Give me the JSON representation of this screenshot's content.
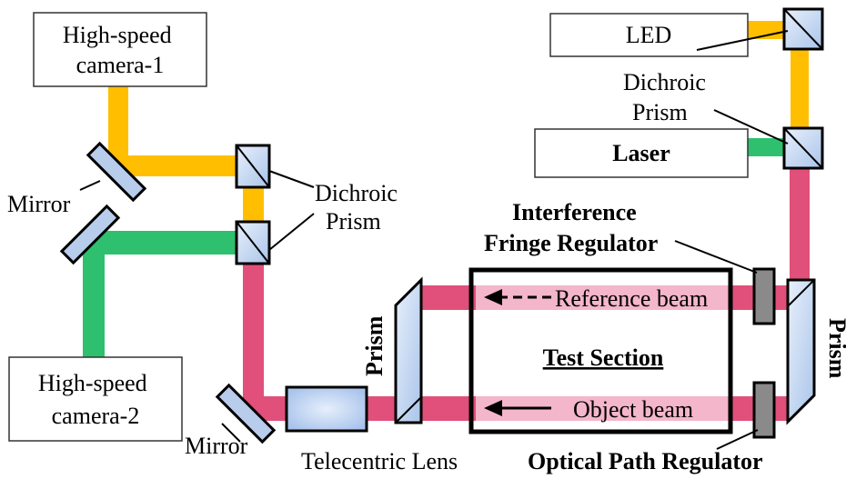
{
  "components": {
    "camera1": "High-speed\ncamera-1",
    "camera2": "High-speed\ncamera-2",
    "led": "LED",
    "laser": "Laser",
    "test_section": "Test Section",
    "telecentric_lens": "Telecentric  Lens"
  },
  "labels": {
    "mirror_upper": "Mirror",
    "mirror_lower": "Mirror",
    "dichroic_left": "Dichroic\nPrism",
    "dichroic_right": "Dichroic\nPrism",
    "interference_regulator": "Interference\nFringe  Regulator",
    "optical_path_regulator": "Optical Path Regulator",
    "prism_left": "Prism",
    "prism_right": "Prism",
    "reference_beam": "Reference beam",
    "object_beam": "Object beam"
  },
  "beam_colors": {
    "led": "#FFBF00",
    "green": "#2EC06E",
    "laser": "#E0507B",
    "beam_band": "#F4B6CA"
  }
}
